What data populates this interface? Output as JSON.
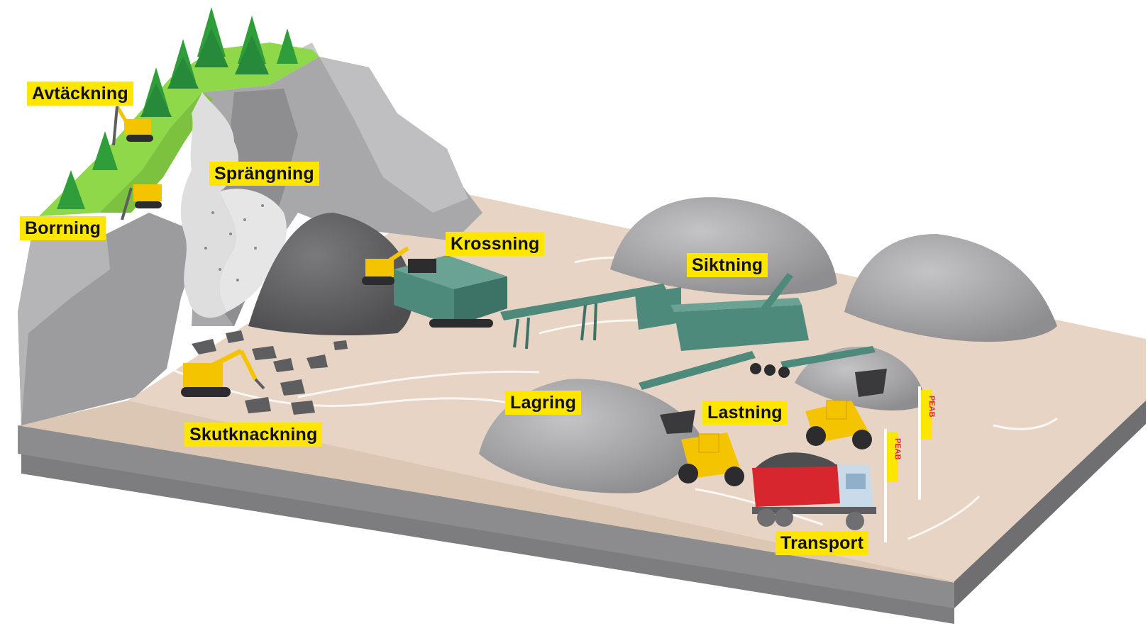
{
  "diagram": {
    "title": "Quarry process",
    "stages": {
      "avtackning": "Avtäckning",
      "sprangning": "Sprängning",
      "borrning": "Borrning",
      "krossning": "Krossning",
      "siktning": "Siktning",
      "skutknackning": "Skutknackning",
      "lagring": "Lagring",
      "lastning": "Lastning",
      "transport": "Transport"
    },
    "flag_text": "PEAB",
    "colors": {
      "label_bg": "#ffe600",
      "ground": "#e8d4c4",
      "rock": "#a9a9aa",
      "grass": "#8ed84a",
      "tree": "#2e9d3a",
      "machine_yellow": "#f5c400",
      "plant_green": "#4d8a7c",
      "truck_red": "#d8262f",
      "cab_blue": "#c9dbe8"
    }
  }
}
